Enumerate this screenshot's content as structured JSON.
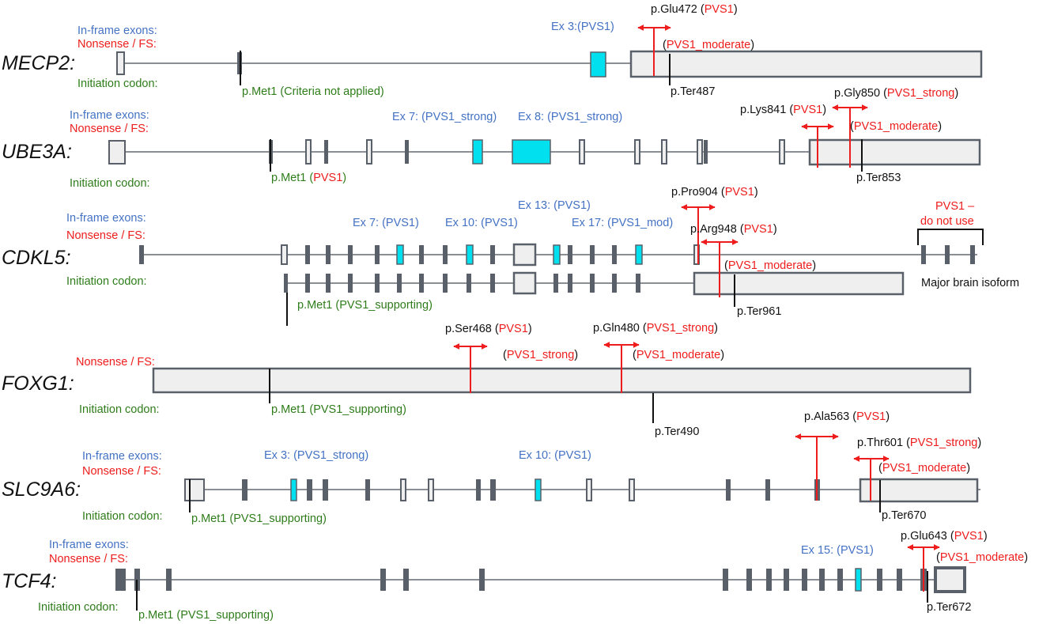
{
  "colors": {
    "blue": "#4472c4",
    "red": "#ee1c1c",
    "green": "#2e7d1a",
    "exon": "#596069",
    "box_fill": "#efefef",
    "cyan": "#00e0ee",
    "line": "#8a8f96",
    "marker": "#111111"
  },
  "labels": {
    "inframe": "In-frame exons:",
    "nonsense": "Nonsense / FS:",
    "initiation": "Initiation codon:"
  },
  "genes": {
    "mecp2": {
      "name": "MECP2:",
      "exon_label": "Ex 3:(PVS1)",
      "met1": "p.Met1 (Criteria not applied)",
      "var1": "p.Glu472",
      "var1_crit": "PVS1",
      "var1_paren": "(PVS1_moderate)",
      "ter": "p.Ter487"
    },
    "ube3a": {
      "name": "UBE3A:",
      "ex7": "Ex 7: (PVS1_strong)",
      "ex8": "Ex 8: (PVS1_strong)",
      "met1": "p.Met1",
      "met1_crit": "PVS1",
      "var1": "p.Lys841",
      "var1_crit": "PVS1",
      "var2": "p.Gly850",
      "var2_crit": "PVS1_strong",
      "var2_paren": "PVS1_moderate",
      "ter": "p.Ter853"
    },
    "cdkl5": {
      "name": "CDKL5:",
      "ex7": "Ex 7: (PVS1)",
      "ex10": "Ex 10: (PVS1)",
      "ex13": "Ex 13: (PVS1)",
      "ex17": "Ex 17: (PVS1_mod)",
      "var1": "p.Pro904",
      "var1_crit": "PVS1",
      "var2": "p.Arg948",
      "var2_crit": "PVS1",
      "var2_paren": "PVS1_moderate",
      "met1": "p.Met1",
      "met1_crit": "PVS1_supporting",
      "ter": "p.Ter961",
      "donotuse1": "PVS1 –",
      "donotuse2": "do not use",
      "isoform": "Major brain isoform"
    },
    "foxg1": {
      "name": "FOXG1:",
      "var1": "p.Ser468",
      "var1_crit": "PVS1",
      "var1_paren": "PVS1_strong",
      "var2": "p.Gln480",
      "var2_crit": "PVS1_strong",
      "var2_paren": "PVS1_moderate",
      "met1": "p.Met1",
      "met1_crit": "PVS1_supporting",
      "ter": "p.Ter490"
    },
    "slc9a6": {
      "name": "SLC9A6:",
      "ex3": "Ex 3: (PVS1_strong)",
      "ex10": "Ex 10: (PVS1)",
      "var1": "p.Ala563",
      "var1_crit": "PVS1",
      "var2": "p.Thr601",
      "var2_crit": "PVS1_strong",
      "var2_paren": "PVS1_moderate",
      "met1": "p.Met1",
      "met1_crit": "PVS1_supporting",
      "ter": "p.Ter670"
    },
    "tcf4": {
      "name": "TCF4:",
      "ex15": "Ex 15: (PVS1)",
      "var1": "p.Glu643",
      "var1_crit": "PVS1",
      "var1_paren": "PVS1_moderate",
      "met1": "p.Met1",
      "met1_crit": "PVS1_supporting",
      "ter": "p.Ter672"
    }
  }
}
